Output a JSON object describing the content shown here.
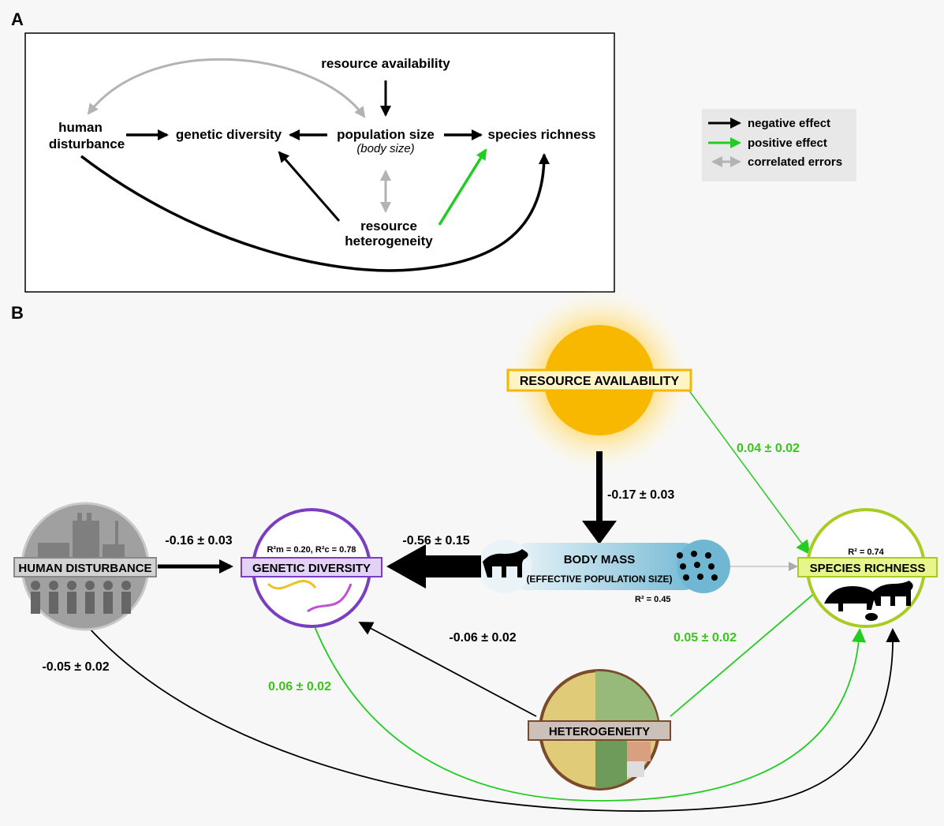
{
  "panel_a": {
    "label": "A",
    "nodes": {
      "resource_availability": "resource availability",
      "human_disturbance_1": "human",
      "human_disturbance_2": "disturbance",
      "genetic_diversity": "genetic diversity",
      "population_size": "population size",
      "body_size": "(body size)",
      "species_richness": "species richness",
      "resource_heterogeneity_1": "resource",
      "resource_heterogeneity_2": "heterogeneity"
    },
    "colors": {
      "negative": "#000000",
      "positive": "#22cc22",
      "correlated": "#b3b3b3"
    }
  },
  "legend": {
    "items": [
      {
        "label": "negative effect",
        "color": "#000000"
      },
      {
        "label": "positive effect",
        "color": "#22cc22"
      },
      {
        "label": "correlated errors",
        "color": "#b3b3b3"
      }
    ]
  },
  "panel_b": {
    "label": "B",
    "nodes": {
      "resource_availability": "RESOURCE AVAILABILITY",
      "human_disturbance": "HUMAN DISTURBANCE",
      "genetic_diversity": "GENETIC DIVERSITY",
      "body_mass": "BODY MASS",
      "effective_pop": "(EFFECTIVE POPULATION SIZE)",
      "species_richness": "SPECIES RICHNESS",
      "heterogeneity": "HETEROGENEITY"
    },
    "r2": {
      "genetic_diversity": "R²m = 0.20, R²c = 0.78",
      "body_mass": "R² = 0.45",
      "species_richness": "R² = 0.74"
    },
    "paths": {
      "human_to_gd": "-0.16 ± 0.03",
      "bm_to_gd": "-0.56 ± 0.15",
      "ra_to_bm": "-0.17 ± 0.03",
      "ra_to_sr": "0.04 ± 0.02",
      "het_to_gd": "-0.06 ± 0.02",
      "het_to_sr": "0.05 ± 0.02",
      "gd_to_sr": "0.06 ± 0.02",
      "human_to_sr": "-0.05 ± 0.02"
    },
    "colors": {
      "resource": "#f5b800",
      "human": "#9a9a9a",
      "genetic": "#7a3fc0",
      "species": "#a8cc22",
      "heterogeneity": "#7a4a2a",
      "positive_text": "#3ac41c"
    }
  }
}
